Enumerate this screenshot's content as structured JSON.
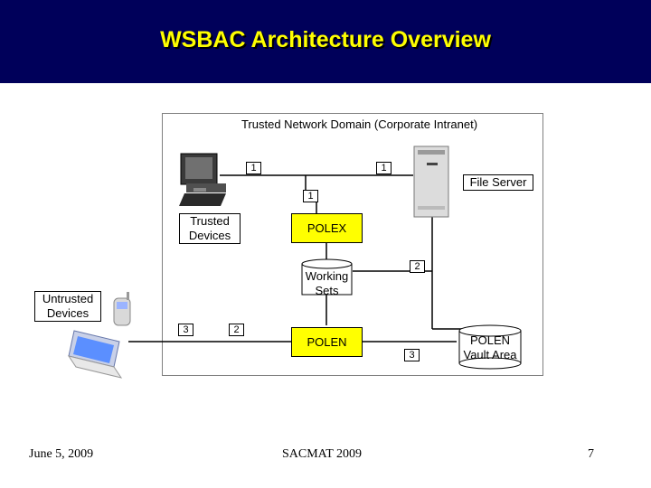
{
  "slide": {
    "title": "WSBAC Architecture Overview",
    "date": "June 5, 2009",
    "venue": "SACMAT 2009",
    "page_number": "7"
  },
  "diagram": {
    "domain_label": "Trusted Network Domain (Corporate Intranet)",
    "trusted_devices": "Trusted Devices",
    "file_server": "File Server",
    "polex": "POLEX",
    "working_sets": "Working Sets",
    "untrusted_devices": "Untrusted Devices",
    "polen": "POLEN",
    "polen_vault": "POLEN Vault Area",
    "labels": {
      "n1a": "1",
      "n1b": "1",
      "n1c": "1",
      "n2a": "2",
      "n2b": "2",
      "n3a": "3",
      "n3b": "3"
    }
  },
  "colors": {
    "header_bg": "#00005a",
    "title": "#ffff00",
    "component_fill": "#ffff00"
  }
}
